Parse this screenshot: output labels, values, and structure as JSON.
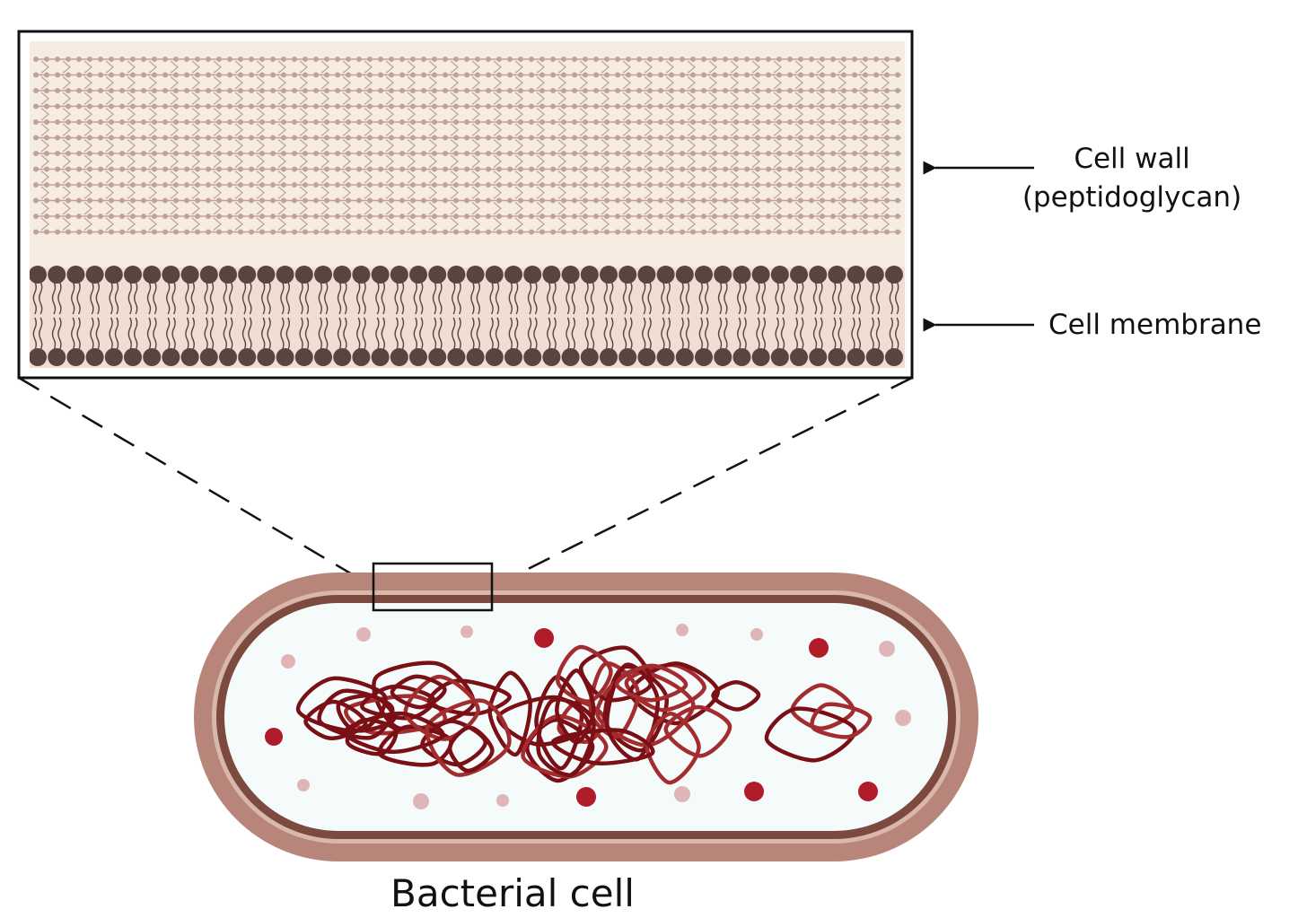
{
  "labels": {
    "cell_wall_line1": "Cell wall",
    "cell_wall_line2": "(peptidoglycan)",
    "cell_membrane": "Cell membrane",
    "title": "Bacterial cell"
  },
  "colors": {
    "wall_background": "#f7ece2",
    "wall_pattern": "#c0a396",
    "membrane_background": "#f2ddd3",
    "phospholipid_head": "#5a4440",
    "cell_wall_outer": "#b8857a",
    "cell_membrane_ring": "#7d4a40",
    "cytoplasm": "#f5fbfb",
    "dna_dark": "#7a1016",
    "dna_light": "#a32c2e",
    "ribosome_dark": "#b01c2a",
    "ribosome_light": "#e0b5b8",
    "outline": "#111111"
  }
}
